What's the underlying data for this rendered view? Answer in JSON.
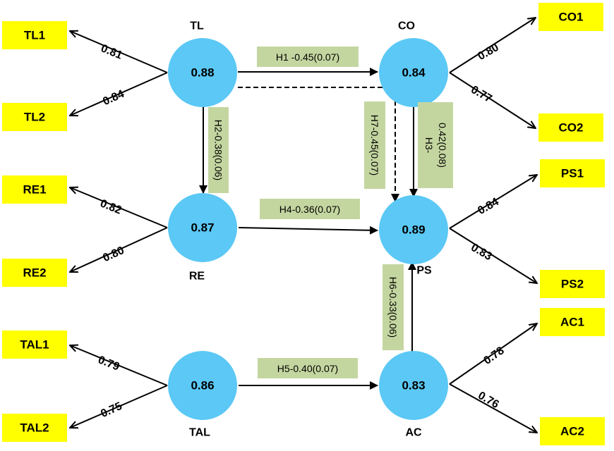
{
  "latents": {
    "TL": {
      "name": "TL",
      "value": "0.88"
    },
    "CO": {
      "name": "CO",
      "value": "0.84"
    },
    "RE": {
      "name": "RE",
      "value": "0.87"
    },
    "PS": {
      "name": "PS",
      "value": "0.89"
    },
    "TAL": {
      "name": "TAL",
      "value": "0.86"
    },
    "AC": {
      "name": "AC",
      "value": "0.83"
    }
  },
  "indicators": {
    "TL1": "TL1",
    "TL2": "TL2",
    "RE1": "RE1",
    "RE2": "RE2",
    "TAL1": "TAL1",
    "TAL2": "TAL2",
    "CO1": "CO1",
    "CO2": "CO2",
    "PS1": "PS1",
    "PS2": "PS2",
    "AC1": "AC1",
    "AC2": "AC2"
  },
  "loadings": {
    "TL1": "0.81",
    "TL2": "0.84",
    "RE1": "0.82",
    "RE2": "0.80",
    "TAL1": "0.79",
    "TAL2": "0.75",
    "CO1": "0.80",
    "CO2": "0.77",
    "PS1": "0.84",
    "PS2": "0.83",
    "AC1": "0.78",
    "AC2": "0.76"
  },
  "paths": {
    "H1": "H1 -0.45(0.07)",
    "H2": "H2-0.38(0.06)",
    "H3": [
      "H3-",
      "0.42(0.08)"
    ],
    "H4": "H4-0.36(0.07)",
    "H5": "H5-0.40(0.07)",
    "H6": "H6-0.33(0.06)",
    "H7": "H7-0.45(0.07)"
  },
  "colors": {
    "latent": "#5bc8f5",
    "indicator": "#ffff00",
    "path_label": "#c4d6a0"
  }
}
